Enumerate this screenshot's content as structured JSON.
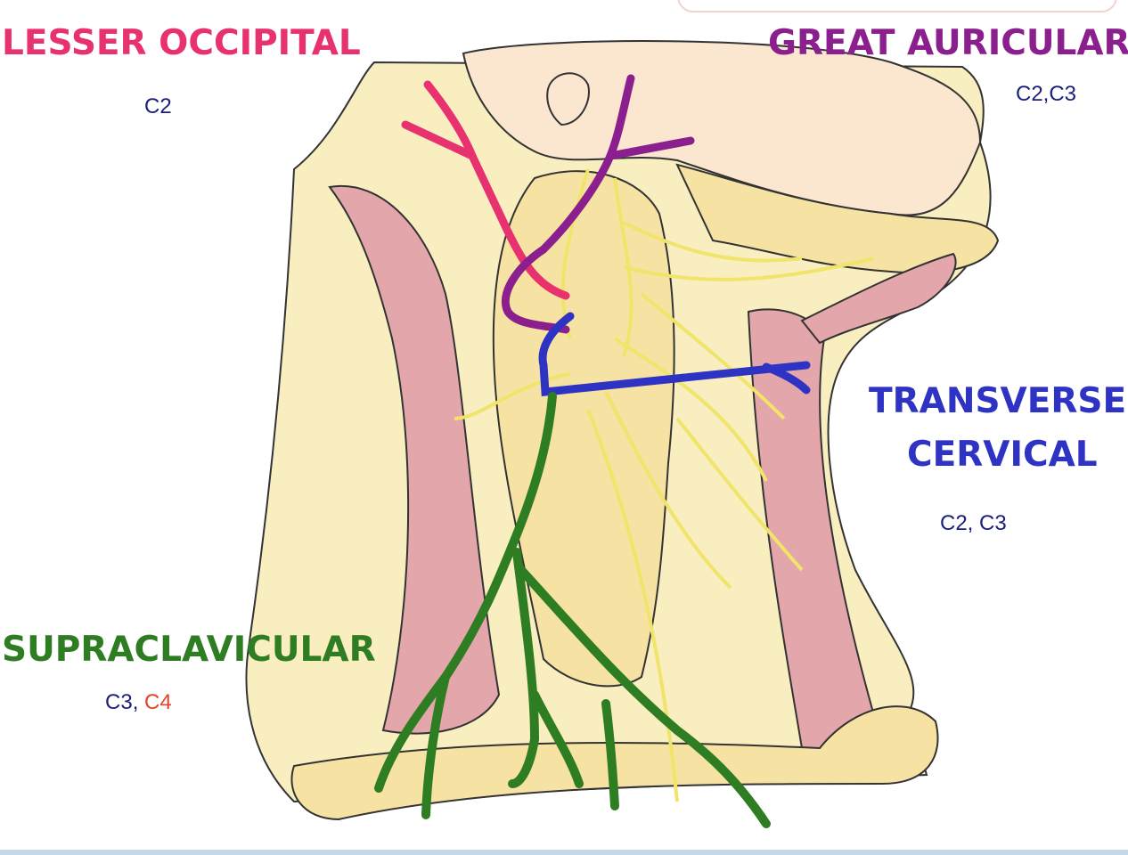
{
  "colors": {
    "lesser_occipital": "#e8326f",
    "great_auricular": "#8b1f8e",
    "transverse_cervical": "#2e33c4",
    "supraclavicular": "#2f7d22",
    "segment_text": "#1a1f7a",
    "segment_highlight": "#e2442a",
    "skin": "#f8eec0",
    "muscle": "#e3a6ab",
    "bone": "#f6e3a4",
    "nerve_yellow": "#f1e46a"
  },
  "labels": {
    "lesser_occipital": {
      "title": "LESSER OCCIPITAL",
      "segments": "C2"
    },
    "great_auricular": {
      "title": "GREAT AURICULAR",
      "segments": "C2,C3"
    },
    "transverse_cervical": {
      "title_line1": "TRANSVERSE",
      "title_line2": "CERVICAL",
      "segments": "C2, C3"
    },
    "supraclavicular": {
      "title": "SUPRACLAVICULAR",
      "segment_a": "C3",
      "separator": ", ",
      "segment_b": "C4"
    }
  }
}
